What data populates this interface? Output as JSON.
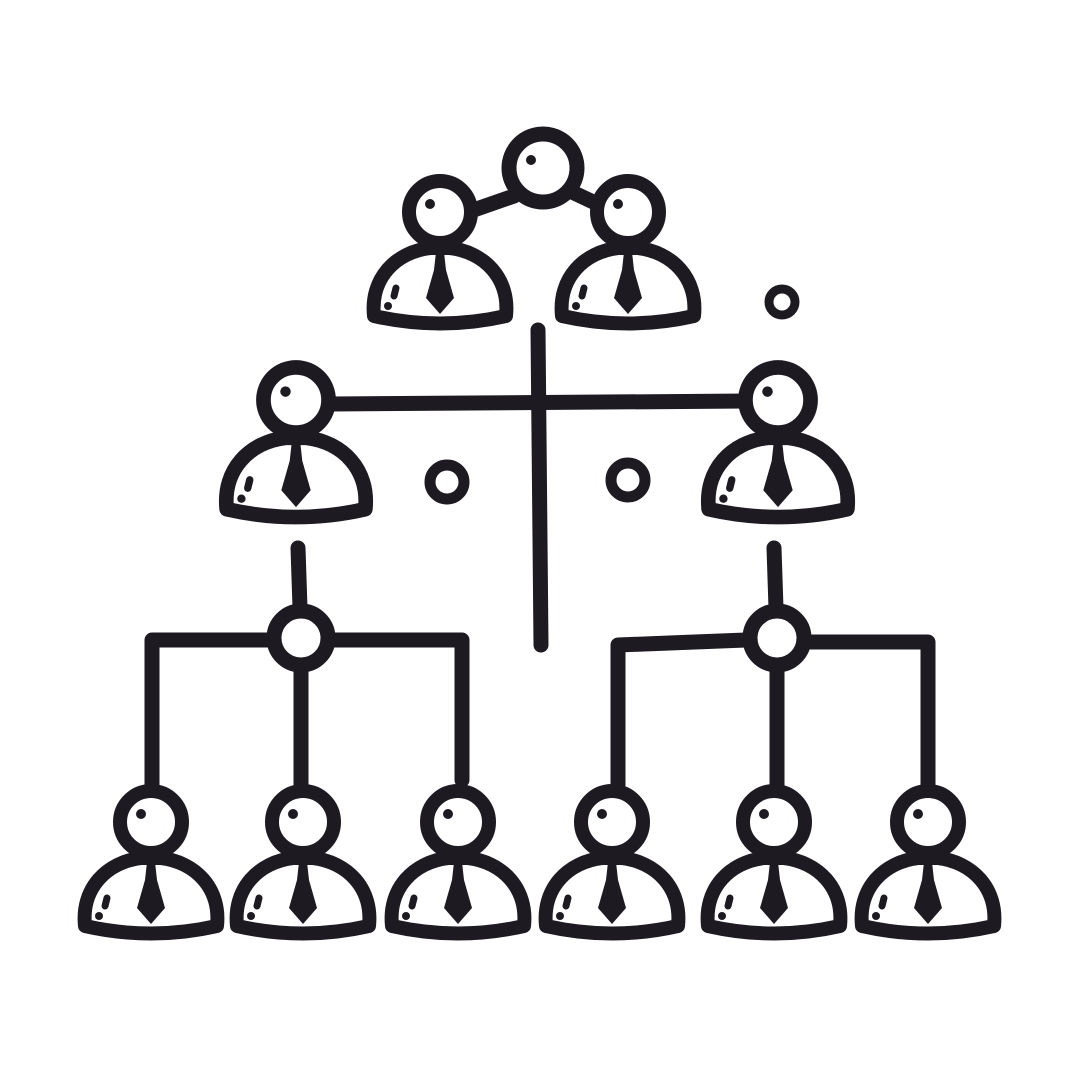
{
  "colors": {
    "ink": "#1d1a22",
    "background": "#ffffff"
  },
  "figure": {
    "icon": "org-chart-hierarchy-icon",
    "levels": [
      {
        "level": "top",
        "people": 2,
        "icon": "person-with-tie-icon"
      },
      {
        "level": "middle",
        "people": 2,
        "icon": "person-with-tie-icon"
      },
      {
        "level": "bottom",
        "people": 6,
        "icon": "person-with-tie-icon"
      }
    ],
    "connector_icon": "connector-node-icon",
    "decoration_icon": "small-circle-icon"
  }
}
